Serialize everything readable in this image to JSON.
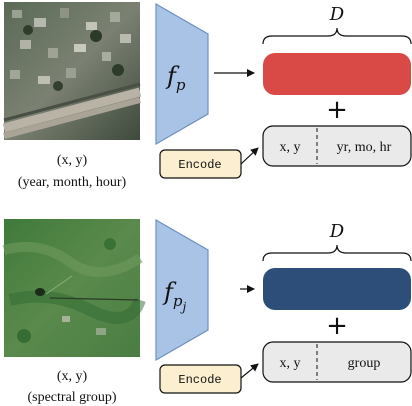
{
  "colors": {
    "encoder_fill": "#a8c3e6",
    "encoder_stroke": "#6d8fc4",
    "embedding_red": "#d94a47",
    "embedding_blue": "#2d4e78",
    "encode_box_fill": "#fbefcf",
    "meta_box_fill": "#eaeaea"
  },
  "top": {
    "caption_coords": "(x, y)",
    "caption_meta": "(year, month, hour)",
    "encoder_main": "f",
    "encoder_sub": "p",
    "dim_label": "D",
    "plus": "+",
    "encode_label": "Encode",
    "meta_left": "x, y",
    "meta_right": "yr, mo, hr"
  },
  "bottom": {
    "caption_coords": "(x, y)",
    "caption_meta": "(spectral group)",
    "encoder_main": "f",
    "encoder_sub": "p",
    "encoder_subsub": "j",
    "dim_label": "D",
    "plus": "+",
    "encode_label": "Encode",
    "meta_left": "x, y",
    "meta_right": "group"
  }
}
